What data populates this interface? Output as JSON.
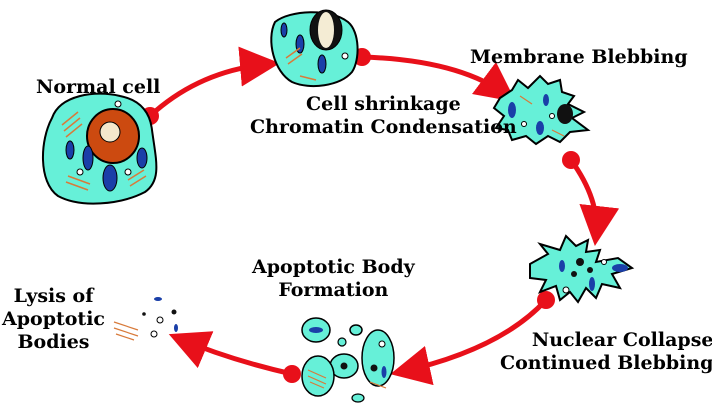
{
  "labels": {
    "normal_cell": "Normal cell",
    "shrinkage_line1": "Cell shrinkage",
    "shrinkage_line2": "Chromatin Condensation",
    "blebbing": "Membrane Blebbing",
    "collapse_line1": "Nuclear Collapse",
    "collapse_line2": "Continued Blebbing",
    "body_line1": "Apoptotic Body",
    "body_line2": "Formation",
    "lysis_line1": "Lysis of",
    "lysis_line2": "Apoptotic",
    "lysis_line3": "Bodies"
  },
  "colors": {
    "cytoplasm": "#66f0d8",
    "outline": "#000000",
    "nucleus": "#cc4a10",
    "mitochondria": "#1a3fa8",
    "er_lines": "#d87a3a",
    "arrow": "#e8101a",
    "condensed_chromatin": "#111111"
  }
}
